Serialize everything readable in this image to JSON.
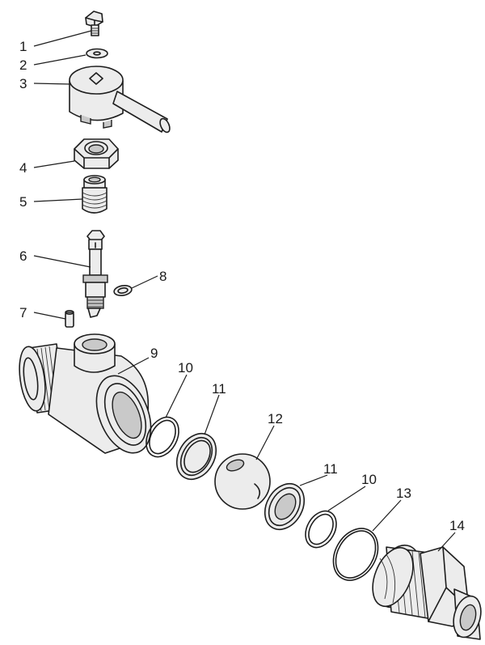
{
  "callouts": [
    {
      "id": "1",
      "text": "1"
    },
    {
      "id": "2",
      "text": "2"
    },
    {
      "id": "3",
      "text": "3"
    },
    {
      "id": "4",
      "text": "4"
    },
    {
      "id": "5",
      "text": "5"
    },
    {
      "id": "6",
      "text": "6"
    },
    {
      "id": "7",
      "text": "7"
    },
    {
      "id": "8",
      "text": "8"
    },
    {
      "id": "9",
      "text": "9"
    },
    {
      "id": "10a",
      "text": "10"
    },
    {
      "id": "11a",
      "text": "11"
    },
    {
      "id": "12",
      "text": "12"
    },
    {
      "id": "11b",
      "text": "11"
    },
    {
      "id": "10b",
      "text": "10"
    },
    {
      "id": "13",
      "text": "13"
    },
    {
      "id": "14",
      "text": "14"
    }
  ]
}
